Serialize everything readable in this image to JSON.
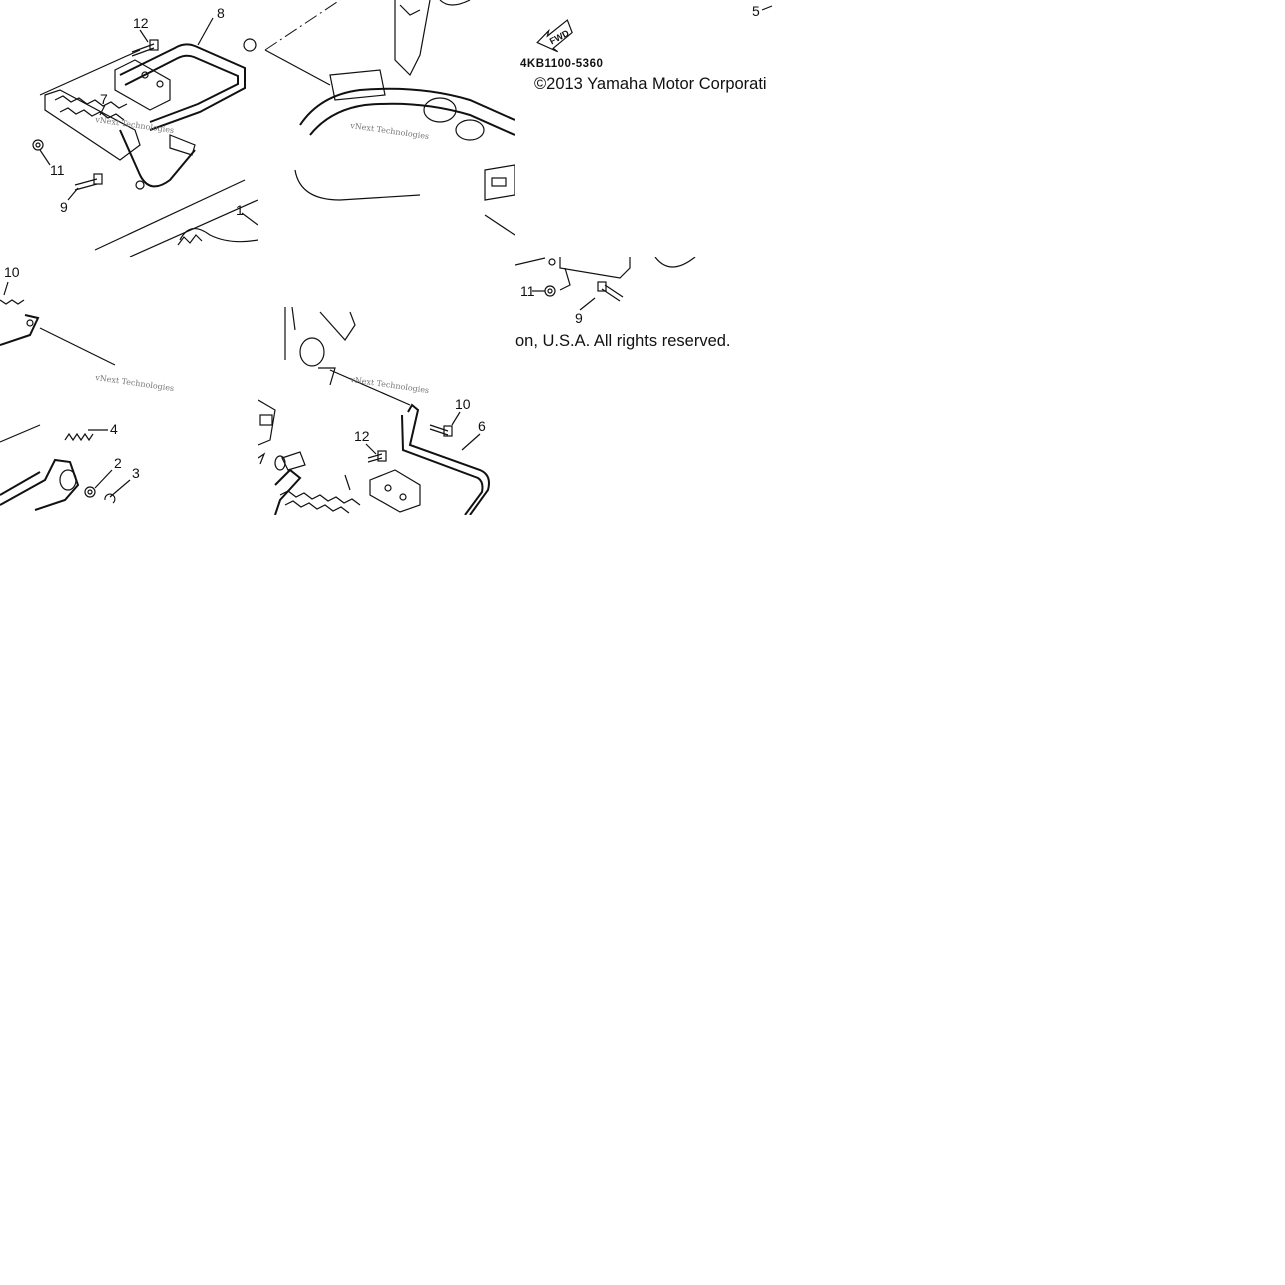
{
  "diagram": {
    "callouts": {
      "c1": "1",
      "c2": "2",
      "c3": "3",
      "c4": "4",
      "c5": "5",
      "c6": "6",
      "c7": "7",
      "c8": "8",
      "c9": "9",
      "c10": "10",
      "c11": "11",
      "c12": "12"
    },
    "fwd_label": "FWD",
    "part_code": "4KB1100-5360",
    "copyright_left": "©2013 Yamaha Motor Corporati",
    "copyright_right": "on, U.S.A. All rights reserved.",
    "watermark": "vNext Technologies"
  }
}
